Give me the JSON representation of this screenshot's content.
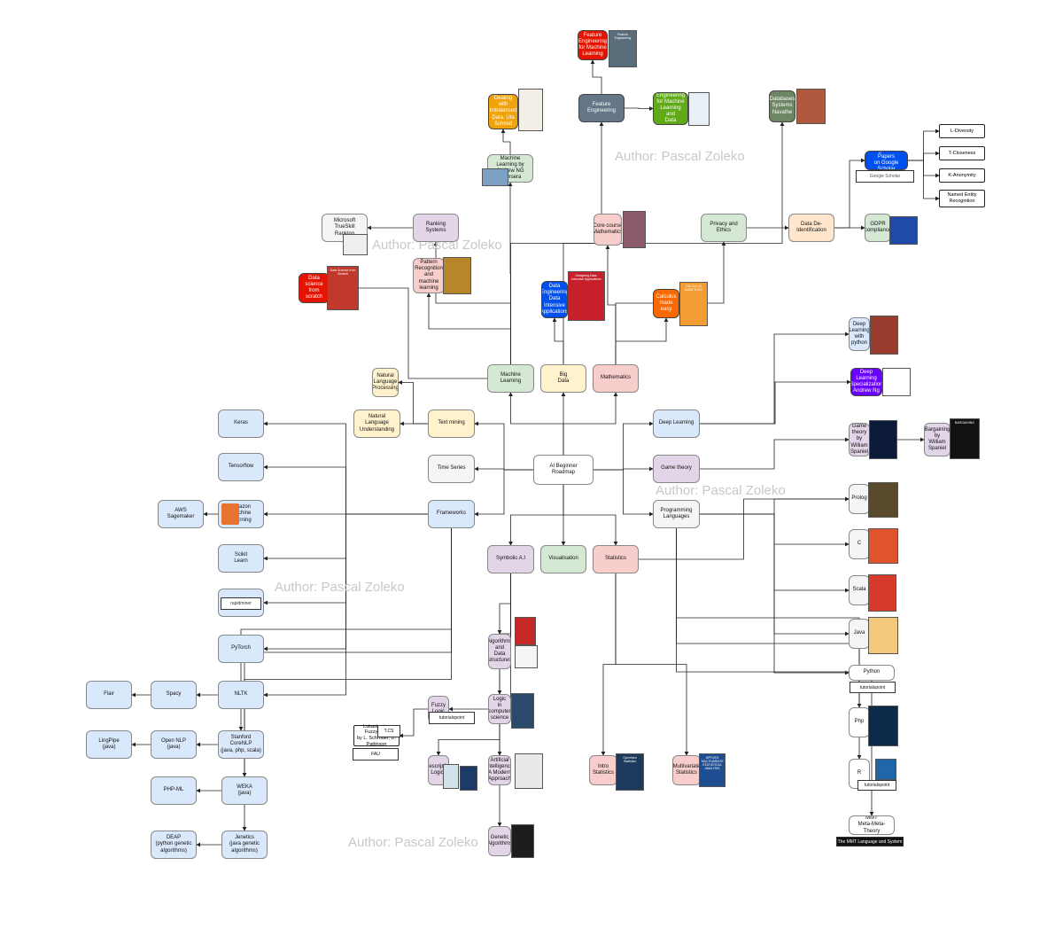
{
  "colors": {
    "blue": "#dae8fc",
    "green": "#d5e8d4",
    "yellow": "#fff2cc",
    "red": "#f8cecc",
    "purple": "#e1d5e7",
    "orange": "#ffe6cc",
    "gray": "#f5f5f5",
    "white": "#ffffff",
    "strong_red": "#e51400",
    "strong_orange": "#f0a30a",
    "strong_slate": "#647687",
    "strong_green": "#60a917",
    "strong_olive": "#6d8764",
    "strong_blue": "#0050ef",
    "strong_orange2": "#fa6800",
    "strong_violet": "#6a00ff"
  },
  "watermark": "Author: Pascal Zoleko",
  "watermarks": [
    "Author: Pascal Zoleko",
    "Author: Pascal Zoleko",
    "Author: Pascal Zoleko",
    "Author: Pascal Zoleko",
    "Author: Pascal Zoleko"
  ],
  "nodes": [
    {
      "id": "center",
      "label": "AI Beginner\nRoadmap",
      "fill": "white"
    },
    {
      "id": "ml",
      "label": "Machine Learning",
      "fill": "green"
    },
    {
      "id": "bigdata",
      "label": "Big\nData",
      "fill": "yellow"
    },
    {
      "id": "math",
      "label": "Mathematics",
      "fill": "red"
    },
    {
      "id": "deeplearning",
      "label": "Deep Learning",
      "fill": "blue"
    },
    {
      "id": "gametheory",
      "label": "Game theory",
      "fill": "purple"
    },
    {
      "id": "proglang",
      "label": "Programming\nLanguages",
      "fill": "gray"
    },
    {
      "id": "textmining",
      "label": "Text mining",
      "fill": "yellow"
    },
    {
      "id": "timeseries",
      "label": "Time Series",
      "fill": "gray"
    },
    {
      "id": "frameworks",
      "label": "Frameworks",
      "fill": "blue"
    },
    {
      "id": "symbolic",
      "label": "Symbolic A.I",
      "fill": "purple"
    },
    {
      "id": "visualisation",
      "label": "Visualisation",
      "fill": "green"
    },
    {
      "id": "statistics",
      "label": "Statistics",
      "fill": "red"
    },
    {
      "id": "nlp",
      "label": "Natural\nLanguage\nProcessing",
      "fill": "yellow"
    },
    {
      "id": "nlu",
      "label": "Natural\nLanguage\nUnderstanding",
      "fill": "yellow"
    },
    {
      "id": "keras",
      "label": "Keras",
      "fill": "blue"
    },
    {
      "id": "tensorflow",
      "label": "Tensorflow",
      "fill": "blue"
    },
    {
      "id": "amazonml",
      "label": "Amazon\nMachine\nLearning",
      "fill": "blue"
    },
    {
      "id": "sagemaker",
      "label": "AWS\nSagemaker",
      "fill": "blue"
    },
    {
      "id": "scikit",
      "label": "Scikit\nLearn",
      "fill": "blue"
    },
    {
      "id": "rapidminer",
      "label": "",
      "fill": "blue"
    },
    {
      "id": "pytorch",
      "label": "PyTorch",
      "fill": "blue"
    },
    {
      "id": "nltk",
      "label": "NLTK",
      "fill": "blue"
    },
    {
      "id": "spacy",
      "label": "Spacy",
      "fill": "blue"
    },
    {
      "id": "flair",
      "label": "Flair",
      "fill": "blue"
    },
    {
      "id": "stanford",
      "label": "Stanford CoreNLP\n(java, php, scala)",
      "fill": "blue"
    },
    {
      "id": "opennlp",
      "label": "Open NLP\n(java)",
      "fill": "blue"
    },
    {
      "id": "lingpipe",
      "label": "LingPipe\n(java)",
      "fill": "blue"
    },
    {
      "id": "weka",
      "label": "WEKA\n(java)",
      "fill": "blue"
    },
    {
      "id": "phpml",
      "label": "PHP-ML",
      "fill": "blue"
    },
    {
      "id": "jenetics",
      "label": "Jenetics\n(java genetic\nalgorithms)",
      "fill": "blue"
    },
    {
      "id": "deap",
      "label": "DEAP\n(python genetic\nalgorithms)",
      "fill": "blue"
    },
    {
      "id": "featureeng",
      "label": "Feature Engineering",
      "fill": "strong_slate"
    },
    {
      "id": "fe_ml",
      "label": "Feature\nEngineering\nfor Machine\nLearning",
      "fill": "strong_red"
    },
    {
      "id": "fe_ml_da",
      "label": "Feature\nEngineering\nfor Machine\nLearning and\nData Analytics",
      "fill": "strong_green"
    },
    {
      "id": "imbalanced",
      "label": "Dealing with\nImbalanced\nData. Uta\nSchmid",
      "fill": "strong_orange"
    },
    {
      "id": "ml_andrew",
      "label": "Machine Learning by\nAndrew NG\nCoursera",
      "fill": "green"
    },
    {
      "id": "ranking",
      "label": "Ranking Systems",
      "fill": "purple"
    },
    {
      "id": "trueskill",
      "label": "Microsoft\nTrueSkill Ranking",
      "fill": "gray"
    },
    {
      "id": "pattern",
      "label": "Pattern\nRecognition\nand machine\nlearning",
      "fill": "red"
    },
    {
      "id": "ds_scratch",
      "label": "Data science\nfrom scratch",
      "fill": "strong_red"
    },
    {
      "id": "core_math",
      "label": "Core course\nMathematics",
      "fill": "red"
    },
    {
      "id": "data_intensive",
      "label": "Data\nEngineering\nData\nIntensive\nApplications",
      "fill": "strong_blue"
    },
    {
      "id": "calculus",
      "label": "Calculus\nmade\neasy",
      "fill": "strong_orange2"
    },
    {
      "id": "privacy",
      "label": "Privacy and Ethics",
      "fill": "green"
    },
    {
      "id": "deident",
      "label": "Data De-\nIdentification",
      "fill": "orange"
    },
    {
      "id": "gdpr",
      "label": "GDPR\ncompliance",
      "fill": "green"
    },
    {
      "id": "scholar",
      "label": "Algorithms Papers\non Google Scholar",
      "fill": "strong_blue"
    },
    {
      "id": "databases",
      "label": "Databases\nSystems\nNavathe",
      "fill": "strong_olive"
    },
    {
      "id": "ldiv",
      "label": "L-Diversity",
      "fill": "white"
    },
    {
      "id": "tclose",
      "label": "T-Closeness",
      "fill": "white"
    },
    {
      "id": "kanon",
      "label": "K-Anonymity",
      "fill": "white"
    },
    {
      "id": "ner",
      "label": "Named Entity\nRecognition",
      "fill": "white"
    },
    {
      "id": "dl_python",
      "label": "Deep\nLearning\nwith\npython",
      "fill": "blue"
    },
    {
      "id": "dl_spec",
      "label": "Deep\nLearning\nSpecialization\nAndrew Ng",
      "fill": "strong_violet"
    },
    {
      "id": "gt_book",
      "label": "Game\ntheory\nby\nWilliam\nSpaniel",
      "fill": "purple"
    },
    {
      "id": "bargaining",
      "label": "Bargaining\nby\nWilliam\nSpaniel",
      "fill": "purple"
    },
    {
      "id": "prolog",
      "label": "Prolog",
      "fill": "gray"
    },
    {
      "id": "c",
      "label": "C",
      "fill": "gray"
    },
    {
      "id": "scala",
      "label": "Scala",
      "fill": "gray"
    },
    {
      "id": "java",
      "label": "Java",
      "fill": "gray"
    },
    {
      "id": "python",
      "label": "Python",
      "fill": "white"
    },
    {
      "id": "php",
      "label": "Php",
      "fill": "white"
    },
    {
      "id": "r",
      "label": "R",
      "fill": "white"
    },
    {
      "id": "mmt",
      "label": "MMT\nMeta-Meta-Theory",
      "fill": "white"
    },
    {
      "id": "algos",
      "label": "Algorithms\nand\nData\nstructures",
      "fill": "purple"
    },
    {
      "id": "logic",
      "label": "Logic\nin\ncomputer\nscience",
      "fill": "purple"
    },
    {
      "id": "fuzzy",
      "label": "Fuzzy\nLogic",
      "fill": "purple"
    },
    {
      "id": "lukasiewicz",
      "label": "Lukasiewicz\nFuzzy ALC\nby L. Schröder, D.\nPattinson",
      "fill": "white"
    },
    {
      "id": "descr_logic",
      "label": "Description\nLogics",
      "fill": "purple"
    },
    {
      "id": "aima",
      "label": "Artificial\nIntelligence\nA Modern\nApproach",
      "fill": "purple"
    },
    {
      "id": "genetic",
      "label": "Genetic\nAlgorithms",
      "fill": "purple"
    },
    {
      "id": "intro_stats",
      "label": "Intro\nStatistics",
      "fill": "red"
    },
    {
      "id": "multivariate",
      "label": "Multivariate\nStatistics",
      "fill": "red"
    }
  ],
  "edges": [
    [
      "center",
      "ml"
    ],
    [
      "center",
      "bigdata"
    ],
    [
      "center",
      "math"
    ],
    [
      "center",
      "deeplearning"
    ],
    [
      "center",
      "gametheory"
    ],
    [
      "center",
      "proglang"
    ],
    [
      "center",
      "textmining"
    ],
    [
      "center",
      "timeseries"
    ],
    [
      "center",
      "frameworks"
    ],
    [
      "center",
      "symbolic"
    ],
    [
      "center",
      "visualisation"
    ],
    [
      "center",
      "statistics"
    ],
    [
      "textmining",
      "nlp"
    ],
    [
      "textmining",
      "nlu"
    ],
    [
      "frameworks",
      "keras"
    ],
    [
      "frameworks",
      "tensorflow"
    ],
    [
      "frameworks",
      "amazonml"
    ],
    [
      "frameworks",
      "scikit"
    ],
    [
      "frameworks",
      "rapidminer"
    ],
    [
      "frameworks",
      "pytorch"
    ],
    [
      "frameworks",
      "nltk"
    ],
    [
      "frameworks",
      "stanford"
    ],
    [
      "frameworks",
      "weka"
    ],
    [
      "frameworks",
      "jenetics"
    ],
    [
      "amazonml",
      "sagemaker"
    ],
    [
      "nltk",
      "spacy"
    ],
    [
      "spacy",
      "flair"
    ],
    [
      "stanford",
      "opennlp"
    ],
    [
      "opennlp",
      "lingpipe"
    ],
    [
      "weka",
      "phpml"
    ],
    [
      "jenetics",
      "deap"
    ],
    [
      "ml",
      "ml_andrew"
    ],
    [
      "ml",
      "ranking"
    ],
    [
      "ml",
      "pattern"
    ],
    [
      "ml",
      "ds_scratch"
    ],
    [
      "ml_andrew",
      "imbalanced"
    ],
    [
      "ml",
      "featureeng"
    ],
    [
      "featureeng",
      "fe_ml"
    ],
    [
      "featureeng",
      "fe_ml_da"
    ],
    [
      "ranking",
      "trueskill"
    ],
    [
      "bigdata",
      "data_intensive"
    ],
    [
      "bigdata",
      "databases"
    ],
    [
      "math",
      "core_math"
    ],
    [
      "math",
      "calculus"
    ],
    [
      "math",
      "privacy"
    ],
    [
      "privacy",
      "deident"
    ],
    [
      "deident",
      "gdpr"
    ],
    [
      "deident",
      "scholar"
    ],
    [
      "scholar",
      "ldiv"
    ],
    [
      "scholar",
      "tclose"
    ],
    [
      "scholar",
      "kanon"
    ],
    [
      "scholar",
      "ner"
    ],
    [
      "deeplearning",
      "dl_python"
    ],
    [
      "deeplearning",
      "dl_spec"
    ],
    [
      "gametheory",
      "gt_book"
    ],
    [
      "gt_book",
      "bargaining"
    ],
    [
      "proglang",
      "prolog"
    ],
    [
      "proglang",
      "c"
    ],
    [
      "proglang",
      "scala"
    ],
    [
      "proglang",
      "java"
    ],
    [
      "proglang",
      "python"
    ],
    [
      "proglang",
      "php"
    ],
    [
      "proglang",
      "r"
    ],
    [
      "proglang",
      "mmt"
    ],
    [
      "symbolic",
      "algos"
    ],
    [
      "symbolic",
      "logic"
    ],
    [
      "symbolic",
      "aima"
    ],
    [
      "symbolic",
      "genetic"
    ],
    [
      "logic",
      "fuzzy"
    ],
    [
      "fuzzy",
      "lukasiewicz"
    ],
    [
      "logic",
      "descr_logic"
    ],
    [
      "statistics",
      "intro_stats"
    ],
    [
      "statistics",
      "multivariate"
    ],
    [
      "statistics",
      "prolog"
    ]
  ],
  "badges": {
    "google_scholar": "Google Scholar",
    "tutorialspoint": "tutorialspoint",
    "rapidminer": "rapidminer",
    "tcs": "T.CS",
    "fau": "FAU",
    "mmt_caption": "The MMT Language and System"
  },
  "books": {
    "fe_ml": "Feature Engineering",
    "ds_scratch": "Data Science from Scratch",
    "data_intensive": "Designing Data-Intensive Applications",
    "calculus": "CALCULUS MADE EASY",
    "bargaining": "BARGAINING",
    "intro_stats": "OpenIntro Statistics",
    "multivariate": "APPLIED MULTIVARIATE STATISTICAL ANALYSIS"
  }
}
